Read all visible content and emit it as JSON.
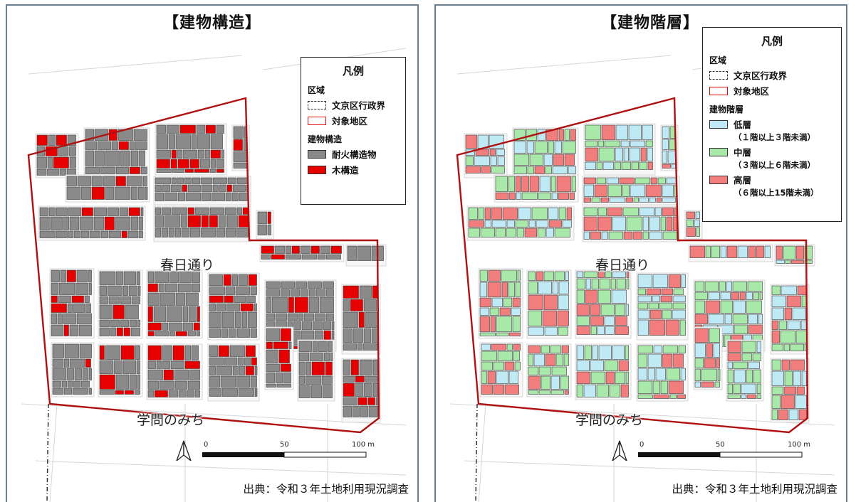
{
  "left_panel": {
    "title": "【建物構造】",
    "legend": {
      "title": "凡例",
      "area_heading": "区域",
      "area_items": [
        {
          "label": "文京区行政界",
          "style": "dashed",
          "color": "#333333"
        },
        {
          "label": "対象地区",
          "style": "outline",
          "color": "#e01010"
        }
      ],
      "category_heading": "建物構造",
      "category_items": [
        {
          "label": "耐火構造物",
          "color": "#8a8a8a"
        },
        {
          "label": "木構造",
          "color": "#e60000"
        }
      ]
    },
    "roads": {
      "main": "春日通り",
      "lower": "学問のみち"
    },
    "scale": {
      "ticks": [
        "0",
        "50",
        "100 m"
      ]
    },
    "source": "出典：令和３年土地利用現況調査"
  },
  "right_panel": {
    "title": "【建物階層】",
    "legend": {
      "title": "凡例",
      "area_heading": "区域",
      "area_items": [
        {
          "label": "文京区行政界",
          "style": "dashed",
          "color": "#333333"
        },
        {
          "label": "対象地区",
          "style": "outline",
          "color": "#e01010"
        }
      ],
      "category_heading": "建物階層",
      "category_items": [
        {
          "label": "低層",
          "sub": "（１階以上３階未満）",
          "color": "#bfe9f5"
        },
        {
          "label": "中層",
          "sub": "（３階以上６階未満）",
          "color": "#a8e8a8"
        },
        {
          "label": "高層",
          "sub": "（６階以上15階未満）",
          "color": "#f27d7d"
        }
      ]
    },
    "roads": {
      "main": "春日通り",
      "lower": "学問のみち"
    },
    "scale": {
      "ticks": [
        "0",
        "50",
        "100 m"
      ]
    },
    "source": "出典：令和３年土地利用現況調査"
  },
  "colors": {
    "boundary": "#b01010",
    "fireproof": "#8a8a8a",
    "wooden": "#e60000",
    "low": "#bfe9f5",
    "mid": "#a8e8a8",
    "high": "#f27d7d"
  }
}
